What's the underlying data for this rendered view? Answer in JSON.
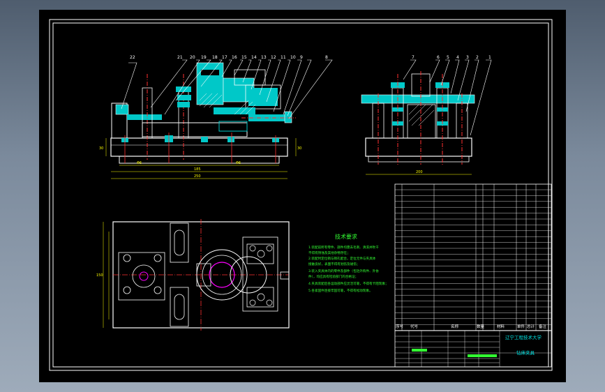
{
  "drawing": {
    "tech_requirements": {
      "title": "技术要求",
      "lines": [
        "1.装配前所有零件、部件均需去毛刺、清洗并吹干",
        "  不得有锈蚀及其他杂物存在；",
        "2.装配时定位销与销孔配合，定位元件与夹具体",
        "  接触良好，表面不得有划伤及碰伤；",
        "3.装入夹具体内的零件及部件（包括外购件、外协",
        "  件），均应具有检验部门的合格证；",
        "4.夹具装配后各运动部件应灵活可靠，不得有卡阻现象；",
        "5.各紧固件连接牢固可靠，不得有松动现象。"
      ]
    },
    "bom_header": [
      "序号",
      "代号",
      "名称",
      "数量",
      "材料",
      "单件",
      "总计",
      "备注"
    ],
    "title_block": {
      "school": "辽宁工程技术大学",
      "drawing_name": "钻床夹具"
    },
    "colors": {
      "outline": "#ffffff",
      "cyan": "#00d7d7",
      "red": "#ff3030",
      "green": "#33ff33",
      "yellow": "#ffff00",
      "magenta": "#ff00ff"
    }
  }
}
